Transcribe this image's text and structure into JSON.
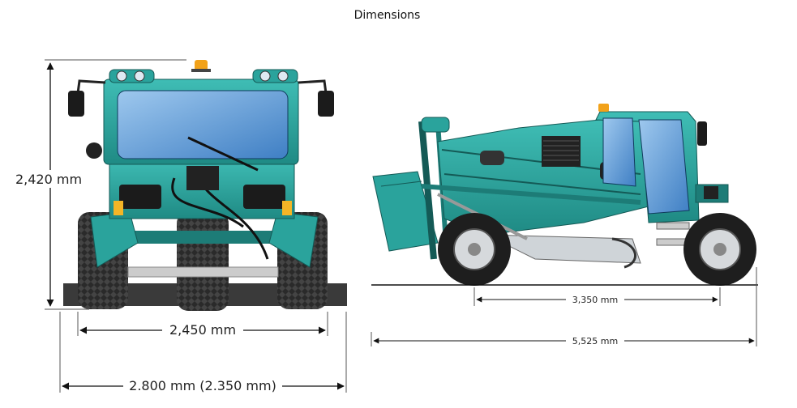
{
  "title": "Dimensions",
  "dimensions": {
    "front_height": "2,420 mm",
    "front_track": "2,450 mm",
    "front_total_width": "2.800 mm (2.350 mm)",
    "side_wheelbase": "3,350 mm",
    "side_total_length": "5,525 mm"
  },
  "colors": {
    "body": "#2aa39c",
    "body_dark": "#1d7c77",
    "glass": "#5f9fd8",
    "tire": "#222222",
    "beacon": "#f2a21a",
    "light": "#f4b526"
  }
}
